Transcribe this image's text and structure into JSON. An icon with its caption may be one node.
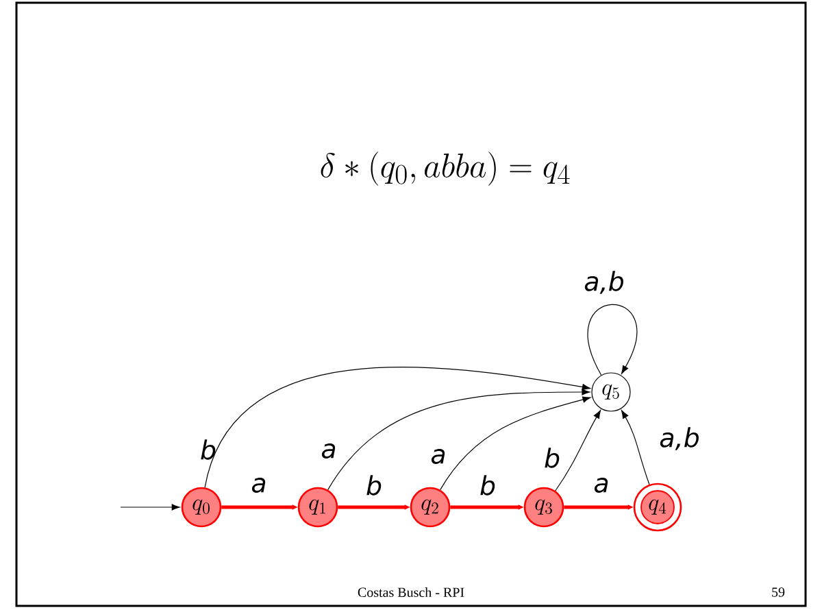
{
  "diagram": {
    "title": "\\delta *(q_0,abba) = q_4",
    "nodes": [
      {
        "text": [
          "q_0"
        ]
      },
      {
        "text": [
          "q_1"
        ]
      },
      {
        "text": [
          "q_2"
        ]
      },
      {
        "text": [
          "q_3"
        ]
      },
      {
        "text": [
          "q_4"
        ]
      },
      {
        "text": [
          "q_5"
        ]
      }
    ],
    "edges": [
      {
        "from": null,
        "to": 0,
        "arrow": "to"
      },
      {
        "from": 0,
        "to": 1,
        "arrow": "to",
        "label": "a",
        "style": "thick",
        "color": "#ff0000"
      },
      {
        "from": 1,
        "to": 2,
        "arrow": "to",
        "label": "b",
        "style": "thick",
        "color": "#ff0000"
      },
      {
        "from": 2,
        "to": 3,
        "arrow": "to",
        "label": "b",
        "style": "thick",
        "color": "#ff0000"
      },
      {
        "from": 3,
        "to": 4,
        "arrow": "to",
        "label": "a",
        "style": "thick",
        "color": "#ff0000"
      },
      {
        "from": 0,
        "to": 5,
        "arrow": "to",
        "label": "b"
      },
      {
        "from": 1,
        "to": 5,
        "arrow": "to",
        "label": "a"
      },
      {
        "from": 2,
        "to": 5,
        "arrow": "to",
        "label": "a"
      },
      {
        "from": 3,
        "to": 5,
        "arrow": "to",
        "label": "b"
      },
      {
        "from": 4,
        "to": 5,
        "arrow": "to",
        "label": "a,b"
      },
      {
        "from": 5,
        "to": 5,
        "arrow": "to",
        "label": "a,b"
      }
    ],
    "labels": [
      "Costas Busch - RPI",
      "59"
    ]
  }
}
